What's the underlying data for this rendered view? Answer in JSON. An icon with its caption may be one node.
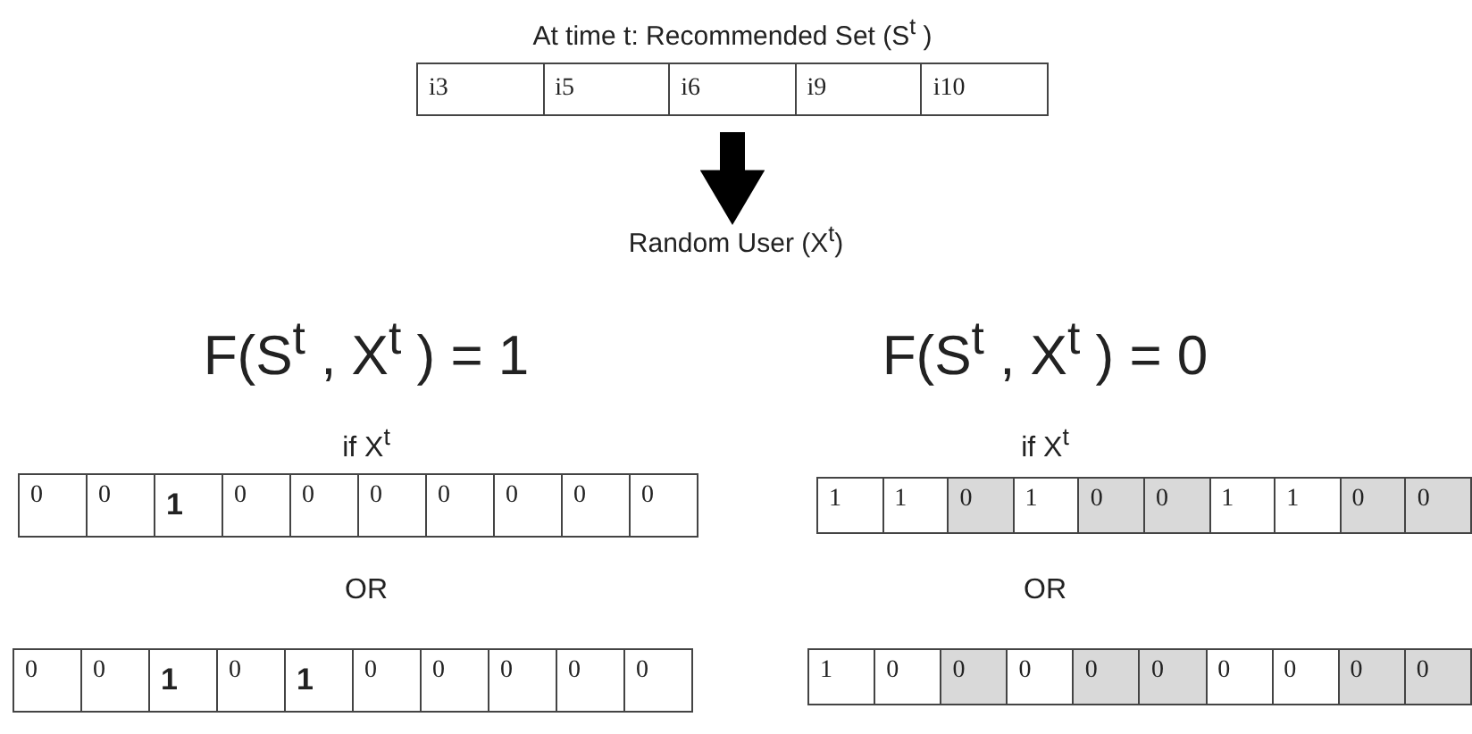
{
  "diagram": {
    "nodes": [
      {
        "text": [
          "At time t: Recommended Set (S$^{t}$ )",
          "i3",
          "i5",
          "i6",
          "i9",
          "i10"
        ]
      },
      {
        "text": [
          "Random User (X$^{t}$)"
        ]
      },
      {
        "text": [
          "0",
          "0",
          "1",
          "0",
          "0",
          "0",
          "0",
          "0",
          "0",
          "0"
        ]
      },
      {
        "text": [
          "1",
          "1",
          "0",
          "1",
          "0",
          "0",
          "1",
          "1",
          "0",
          "0"
        ]
      },
      {
        "text": [
          "0",
          "0",
          "1",
          "0",
          "1",
          "0",
          "0",
          "0",
          "0",
          "0"
        ]
      },
      {
        "text": [
          "1",
          "0",
          "0",
          "0",
          "0",
          "0",
          "0",
          "0",
          "0",
          "0"
        ]
      }
    ],
    "edges": [
      {
        "from": 0,
        "to": 1,
        "arrow": "to"
      }
    ],
    "labels": [
      "F(S$^{t}$ , X$^{t}$ ) = 1",
      "F(S$^{t}$ , X$^{t}$ ) = 0",
      "if X$^{t}$",
      "if X$^{t}$",
      "OR",
      "OR"
    ]
  }
}
